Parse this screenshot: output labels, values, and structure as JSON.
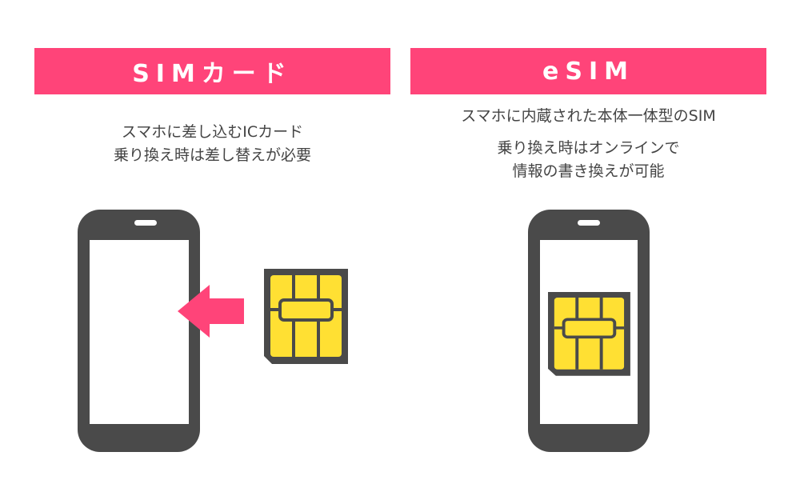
{
  "left": {
    "title": "SIMカード",
    "lines": [
      "スマホに差し込むICカード",
      "乗り換え時は差し替えが必要"
    ]
  },
  "right": {
    "title": "eSIM",
    "subtitle": "スマホに内蔵された本体一体型のSIM",
    "lines": [
      "乗り換え時はオンラインで",
      "情報の書き換えが可能"
    ]
  },
  "colors": {
    "accent": "#ff4479",
    "device": "#4a4a4a",
    "chip": "#ffe033"
  }
}
